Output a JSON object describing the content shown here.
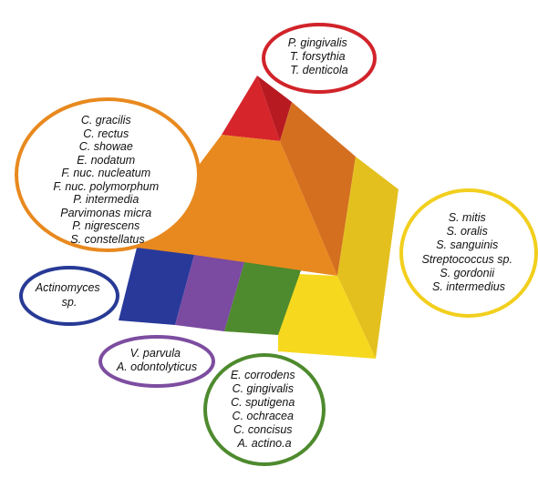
{
  "colors": {
    "red": "#d1232a",
    "orange": "#e8891f",
    "yellow": "#f2cf1d",
    "blue": "#283a96",
    "purple": "#7d4da0",
    "green": "#4e8a2e"
  },
  "complexes": {
    "red": {
      "species": [
        "P. gingivalis",
        "T. forsythia",
        "T. denticola"
      ]
    },
    "orange": {
      "species": [
        "C. gracilis",
        "C. rectus",
        "C. showae",
        "E. nodatum",
        "F. nuc. nucleatum",
        "F. nuc. polymorphum",
        "P. intermedia",
        "Parvimonas micra",
        "P. nigrescens",
        "S. constellatus"
      ]
    },
    "yellow": {
      "species": [
        "S. mitis",
        "S. oralis",
        "S. sanguinis",
        "Streptococcus sp.",
        "S. gordonii",
        "S. intermedius"
      ]
    },
    "blue": {
      "species": [
        "Actinomyces",
        "sp."
      ]
    },
    "purple": {
      "species": [
        "V. parvula",
        "A. odontolyticus"
      ]
    },
    "green": {
      "species": [
        "E. corrodens",
        "C. gingivalis",
        "C. sputigena",
        "C. ochracea",
        "C. concisus",
        "A. actino.a"
      ]
    }
  }
}
